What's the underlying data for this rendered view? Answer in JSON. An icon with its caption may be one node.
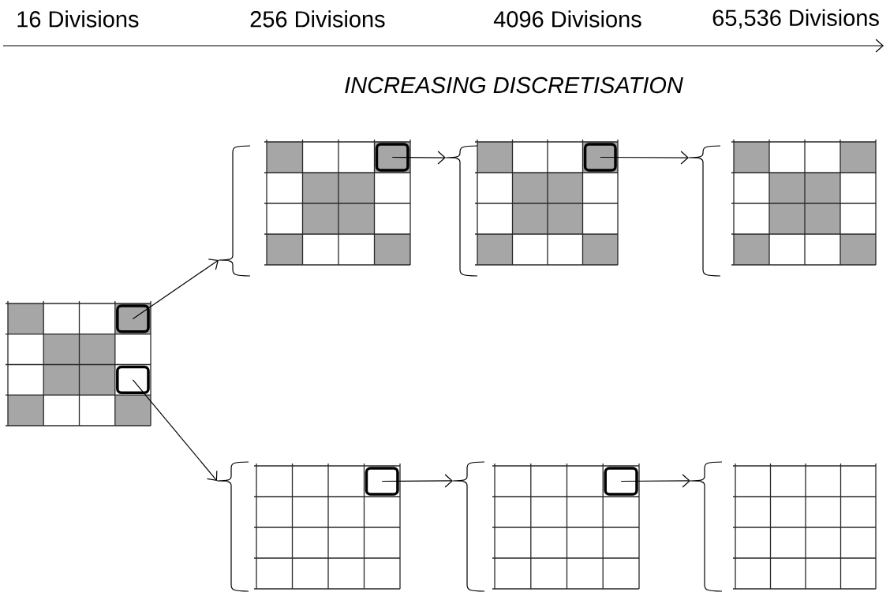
{
  "diagram": {
    "nodes": [
      {
        "text": [],
        "shape": "picture"
      },
      {
        "text": [],
        "shape": "box",
        "in": 0
      },
      {
        "text": [],
        "shape": "box",
        "in": 0
      },
      {
        "text": [],
        "shape": "picture"
      },
      {
        "text": [],
        "shape": "box",
        "in": 3
      },
      {
        "text": [],
        "shape": "picture"
      },
      {
        "text": [],
        "shape": "box",
        "in": 5
      },
      {
        "text": [],
        "shape": "picture"
      },
      {
        "text": [],
        "shape": "picture"
      },
      {
        "text": [],
        "shape": "box",
        "in": 8
      },
      {
        "text": [],
        "shape": "picture"
      },
      {
        "text": [],
        "shape": "box",
        "in": 10
      },
      {
        "text": [],
        "shape": "picture"
      }
    ],
    "edges": [
      {
        "from": 1,
        "to": 3,
        "arrow": "to"
      },
      {
        "from": 2,
        "to": 8,
        "arrow": "to"
      },
      {
        "from": 4,
        "to": 5,
        "arrow": "to"
      },
      {
        "from": 6,
        "to": 7,
        "arrow": "to"
      },
      {
        "from": 9,
        "to": 10,
        "arrow": "to"
      },
      {
        "from": 11,
        "to": 12,
        "arrow": "to"
      }
    ],
    "labels": [
      "16 Divisions",
      "256 Divisions",
      "4096 Divisions",
      "65,536 Divisions",
      "INCREASING DISCRETISATION"
    ]
  }
}
